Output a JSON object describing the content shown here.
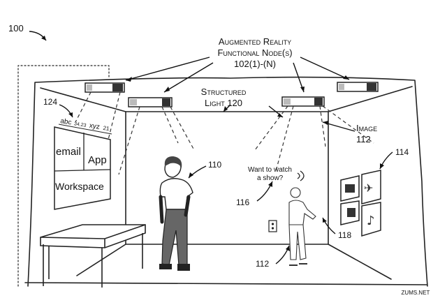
{
  "figure": {
    "ref": "100",
    "node_label": {
      "line1": "Augmented Reality",
      "line2": "Functional Node(s)",
      "line3": "102(1)-(N)"
    },
    "structured_light": {
      "line1": "Structured",
      "line2": "Light 120"
    },
    "image_label": {
      "line1": "Image",
      "line2": "112"
    },
    "ref_124": "124",
    "ref_110": "110",
    "ref_114": "114",
    "ref_116": "116",
    "ref_118": "118",
    "ref_112_floor": "112",
    "projected_header": {
      "abc": "abc",
      "n1": "34.23",
      "xyz": "xyz",
      "n2": "21"
    },
    "wall_panels": {
      "email": "email",
      "app": "App",
      "workspace": "Workspace"
    },
    "speech": {
      "line1": "Want to watch",
      "line2": "a show?"
    },
    "watermark": "ZUMS.NET"
  }
}
